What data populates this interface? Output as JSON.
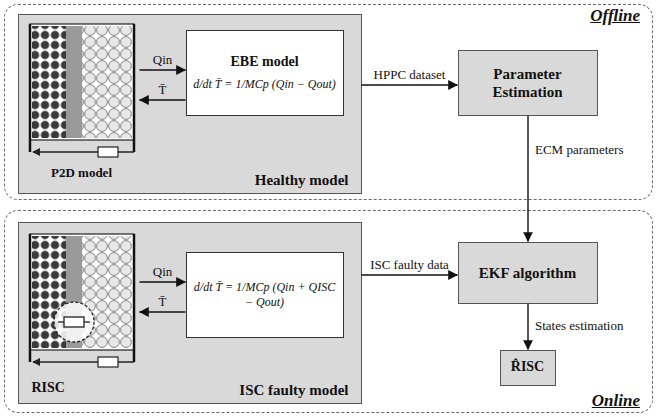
{
  "diagram": {
    "nodes": [
      {
        "text": [
          "Offline"
        ]
      },
      {
        "text": [
          "Healthy model"
        ],
        "in": 0
      },
      {
        "text": [
          "P2D model"
        ],
        "in": 1
      },
      {
        "text": [
          "EBE model",
          "d/dt T̄ = 1/MCp (Qin − Qout)"
        ],
        "in": 1
      },
      {
        "text": [
          "Parameter Estimation"
        ],
        "in": 0
      },
      {
        "text": [
          "Online"
        ]
      },
      {
        "text": [
          "ISC faulty model"
        ],
        "in": 5
      },
      {
        "text": [
          "RISC"
        ],
        "in": 6
      },
      {
        "text": [
          "d/dt T̄ = 1/MCp (Qin + QISC − Qout)"
        ],
        "in": 6
      },
      {
        "text": [
          "EKF algorithm"
        ],
        "in": 5
      },
      {
        "text": [
          "R̂ISC"
        ],
        "in": 5
      }
    ],
    "edges": [
      {
        "from": 2,
        "to": 3,
        "label": "Qin",
        "arrow": "to"
      },
      {
        "from": 3,
        "to": 2,
        "label": "T̄",
        "arrow": "to"
      },
      {
        "from": 1,
        "to": 4,
        "label": "HPPC dataset",
        "arrow": "to"
      },
      {
        "from": 4,
        "to": 9,
        "label": "ECM parameters",
        "arrow": "to"
      },
      {
        "from": 7,
        "to": 8,
        "label": "Qin",
        "arrow": "to"
      },
      {
        "from": 8,
        "to": 7,
        "label": "T̄",
        "arrow": "to"
      },
      {
        "from": 6,
        "to": 9,
        "label": "ISC faulty data",
        "arrow": "to"
      },
      {
        "from": 9,
        "to": 10,
        "label": "States estimation",
        "arrow": "to"
      }
    ]
  }
}
